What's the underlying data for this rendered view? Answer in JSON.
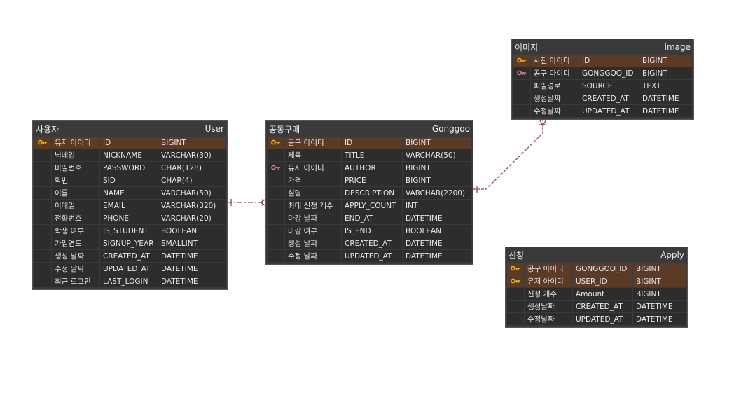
{
  "tables": {
    "user": {
      "title_ko": "사용자",
      "title_en": "User",
      "rows": [
        {
          "key": "pk",
          "ko": "유저 아이디",
          "col": "ID",
          "type": "BIGINT"
        },
        {
          "key": "",
          "ko": "닉네임",
          "col": "NICKNAME",
          "type": "VARCHAR(30)"
        },
        {
          "key": "",
          "ko": "비밀번호",
          "col": "PASSWORD",
          "type": "CHAR(128)"
        },
        {
          "key": "",
          "ko": "학번",
          "col": "SID",
          "type": "CHAR(4)"
        },
        {
          "key": "",
          "ko": "이름",
          "col": "NAME",
          "type": "VARCHAR(50)"
        },
        {
          "key": "",
          "ko": "이메일",
          "col": "EMAIL",
          "type": "VARCHAR(320)"
        },
        {
          "key": "",
          "ko": "전화번호",
          "col": "PHONE",
          "type": "VARCHAR(20)"
        },
        {
          "key": "",
          "ko": "학생 여부",
          "col": "IS_STUDENT",
          "type": "BOOLEAN"
        },
        {
          "key": "",
          "ko": "가입연도",
          "col": "SIGNUP_YEAR",
          "type": "SMALLINT"
        },
        {
          "key": "",
          "ko": "생성 날짜",
          "col": "CREATED_AT",
          "type": "DATETIME"
        },
        {
          "key": "",
          "ko": "수정 날짜",
          "col": "UPDATED_AT",
          "type": "DATETIME"
        },
        {
          "key": "",
          "ko": "최근 로그인",
          "col": "LAST_LOGIN",
          "type": "DATETIME"
        }
      ]
    },
    "gonggoo": {
      "title_ko": "공동구매",
      "title_en": "Gonggoo",
      "rows": [
        {
          "key": "pk",
          "ko": "공구 아이디",
          "col": "ID",
          "type": "BIGINT"
        },
        {
          "key": "",
          "ko": "제목",
          "col": "TITLE",
          "type": "VARCHAR(50)"
        },
        {
          "key": "fk",
          "ko": "유저 아이디",
          "col": "AUTHOR",
          "type": "BIGINT"
        },
        {
          "key": "",
          "ko": "가격",
          "col": "PRICE",
          "type": "BIGINT"
        },
        {
          "key": "",
          "ko": "설명",
          "col": "DESCRIPTION",
          "type": "VARCHAR(2200)"
        },
        {
          "key": "",
          "ko": "최대 신청 개수",
          "col": "APPLY_COUNT",
          "type": "INT"
        },
        {
          "key": "",
          "ko": "마감 날짜",
          "col": "END_AT",
          "type": "DATETIME"
        },
        {
          "key": "",
          "ko": "마감 여부",
          "col": "IS_END",
          "type": "BOOLEAN"
        },
        {
          "key": "",
          "ko": "생성 날짜",
          "col": "CREATED_AT",
          "type": "DATETIME"
        },
        {
          "key": "",
          "ko": "수정 날짜",
          "col": "UPDATED_AT",
          "type": "DATETIME"
        }
      ]
    },
    "image": {
      "title_ko": "이미지",
      "title_en": "Image",
      "rows": [
        {
          "key": "pk",
          "ko": "사진 아이디",
          "col": "ID",
          "type": "BIGINT"
        },
        {
          "key": "fk",
          "ko": "공구 아이디",
          "col": "GONGGOO_ID",
          "type": "BIGINT"
        },
        {
          "key": "",
          "ko": "파일경로",
          "col": "SOURCE",
          "type": "TEXT"
        },
        {
          "key": "",
          "ko": "생성날짜",
          "col": "CREATED_AT",
          "type": "DATETIME"
        },
        {
          "key": "",
          "ko": "수정날짜",
          "col": "UPDATED_AT",
          "type": "DATETIME"
        }
      ]
    },
    "apply": {
      "title_ko": "신청",
      "title_en": "Apply",
      "rows": [
        {
          "key": "pk",
          "ko": "공구 아이디",
          "col": "GONGGOO_ID",
          "type": "BIGINT"
        },
        {
          "key": "pk",
          "ko": "유저 아이디",
          "col": "USER_ID",
          "type": "BIGINT"
        },
        {
          "key": "",
          "ko": "신청 개수",
          "col": "Amount",
          "type": "BIGINT"
        },
        {
          "key": "",
          "ko": "생성날짜",
          "col": "CREATED_AT",
          "type": "DATETIME"
        },
        {
          "key": "",
          "ko": "수정날짜",
          "col": "UPDATED_AT",
          "type": "DATETIME"
        }
      ]
    }
  },
  "colors": {
    "pk_key": "#e8b820",
    "fk_key": "#c9808e",
    "connector": "#8c4a5a"
  },
  "icons": {
    "pk": "primary-key-icon",
    "fk": "foreign-key-icon"
  }
}
